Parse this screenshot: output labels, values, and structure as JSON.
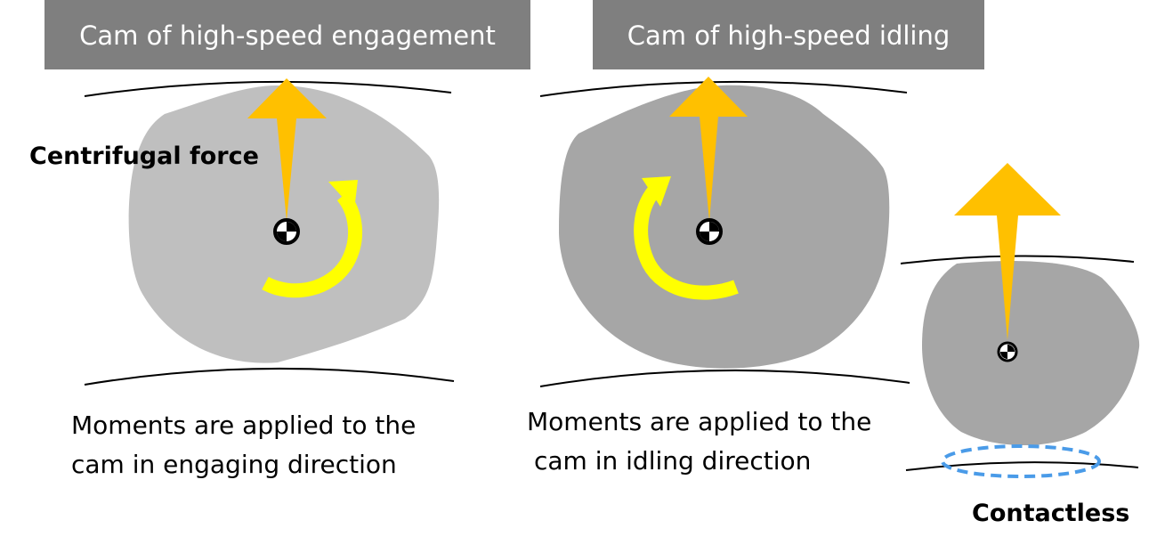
{
  "headers": {
    "left": "Cam of high-speed engagement",
    "right": "Cam of high-speed idling"
  },
  "labels": {
    "centrifugal_force": "Centrifugal force",
    "contactless": "Contactless"
  },
  "descriptions": {
    "left": {
      "line1": "Moments are applied to the",
      "line2": "cam in engaging direction"
    },
    "right": {
      "line1": "Moments are applied to the",
      "line2": "cam in idling direction"
    }
  },
  "colors": {
    "header_bg": "#7f7f7f",
    "cam_light": "#bfbfbf",
    "cam_dark": "#a6a6a6",
    "arrow": "#ffc000",
    "moment_arrow": "#ffff00",
    "contact_ring": "#4a9be8"
  }
}
